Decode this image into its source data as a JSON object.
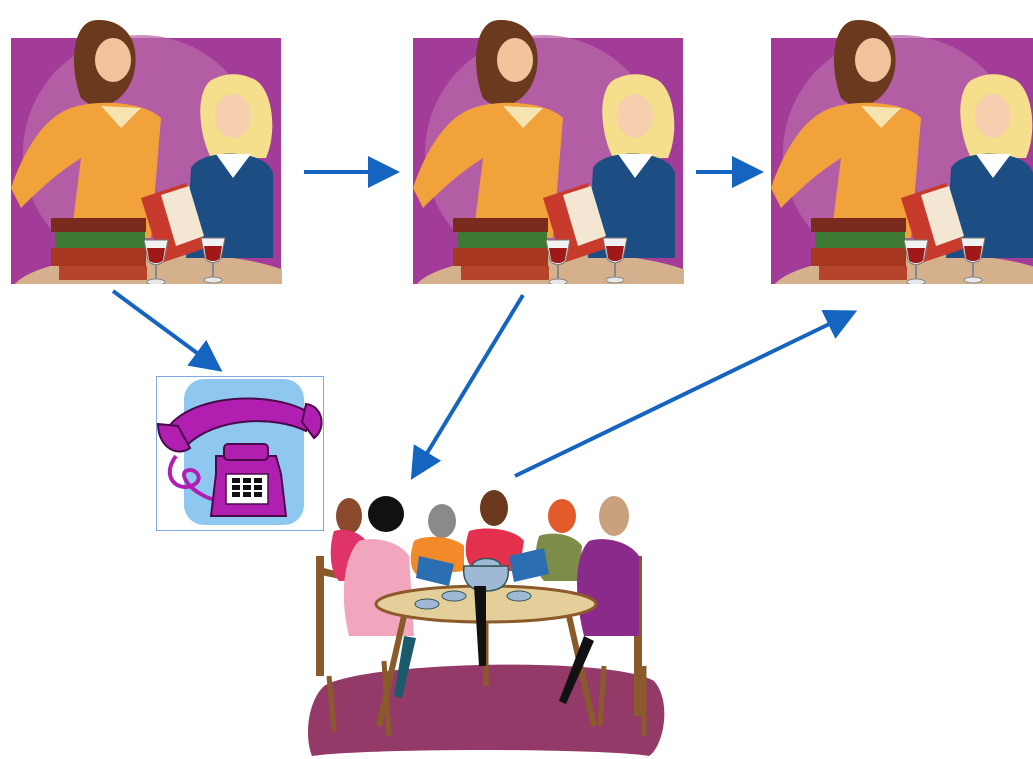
{
  "diagram": {
    "nodes": [
      {
        "id": "reading-1",
        "icon": "women-reading-books-illustration"
      },
      {
        "id": "reading-2",
        "icon": "women-reading-books-illustration"
      },
      {
        "id": "reading-3",
        "icon": "women-reading-books-illustration"
      },
      {
        "id": "phone",
        "icon": "telephone-icon"
      },
      {
        "id": "group",
        "icon": "book-club-meeting-illustration"
      }
    ],
    "edges": [
      {
        "from": "reading-1",
        "to": "reading-2"
      },
      {
        "from": "reading-2",
        "to": "reading-3"
      },
      {
        "from": "reading-1",
        "to": "phone"
      },
      {
        "from": "reading-2",
        "to": "group"
      },
      {
        "from": "group",
        "to": "reading-3"
      }
    ],
    "colors": {
      "arrow": "#1565c0",
      "background_purple": "#a33b98",
      "phone_purple": "#b01fb0",
      "phone_bg": "#8ec7f0"
    }
  }
}
